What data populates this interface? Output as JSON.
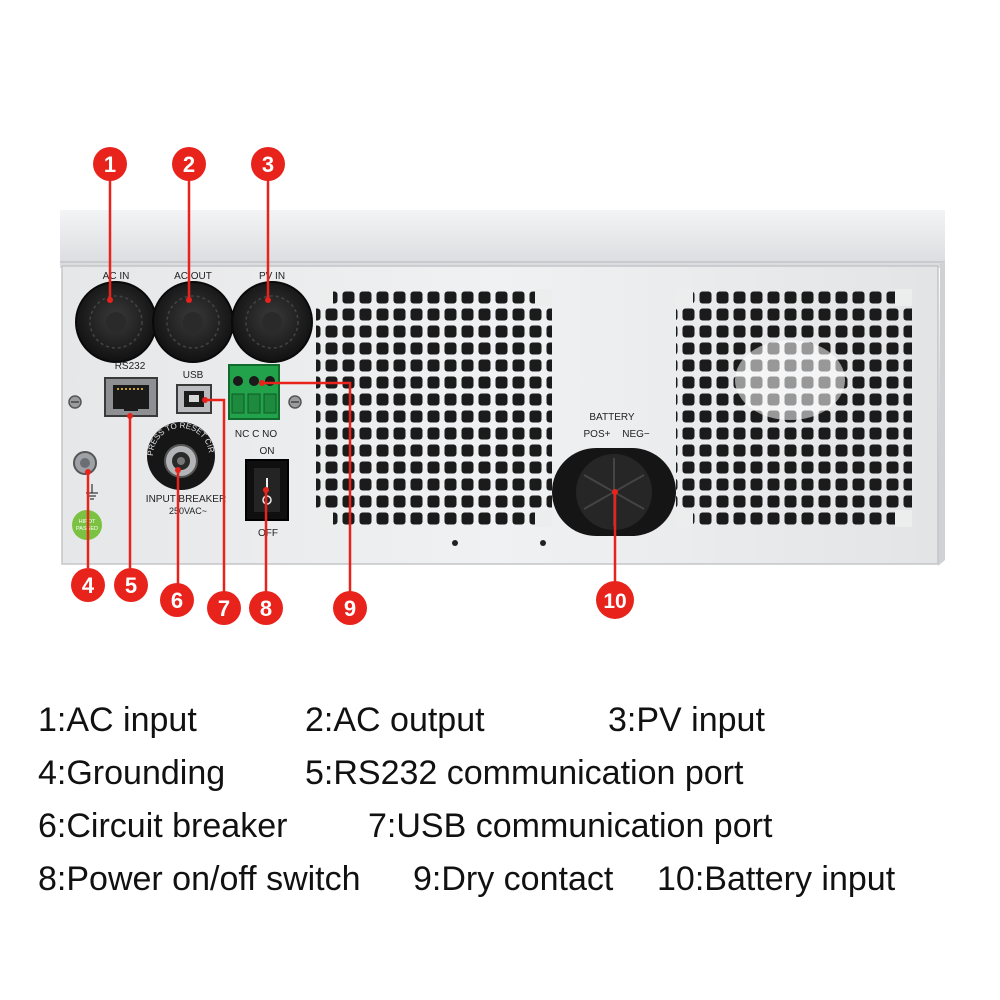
{
  "device": {
    "labels": {
      "ac_in": "AC IN",
      "ac_out": "AC OUT",
      "pv_in": "PV IN",
      "rs232": "RS232",
      "usb": "USB",
      "relay": "NC C NO",
      "on": "ON",
      "off": "OFF",
      "battery": "BATTERY",
      "pos": "POS+",
      "neg": "NEG−",
      "breaker_title": "INPUT BREAKER",
      "breaker_rating": "250VAC~",
      "breaker_ring": "PRESS TO RESET CIRCUIT BREAKER",
      "hipot_line1": "HIPOT",
      "hipot_line2": "PASSED"
    }
  },
  "callouts": [
    "1",
    "2",
    "3",
    "4",
    "5",
    "6",
    "7",
    "8",
    "9",
    "10"
  ],
  "legend": {
    "row1": [
      "1:AC input",
      "2:AC output",
      "3:PV input"
    ],
    "row2": [
      "4:Grounding",
      "5:RS232 communication port"
    ],
    "row3": [
      "6:Circuit breaker",
      "7:USB communication port"
    ],
    "row4": [
      "8:Power on/off switch",
      "9:Dry contact",
      "10:Battery input"
    ]
  },
  "colors": {
    "callout": "#e8231c",
    "panel": "#e9eaec",
    "chassis_top": "#e4e5e8",
    "text": "#111111"
  }
}
